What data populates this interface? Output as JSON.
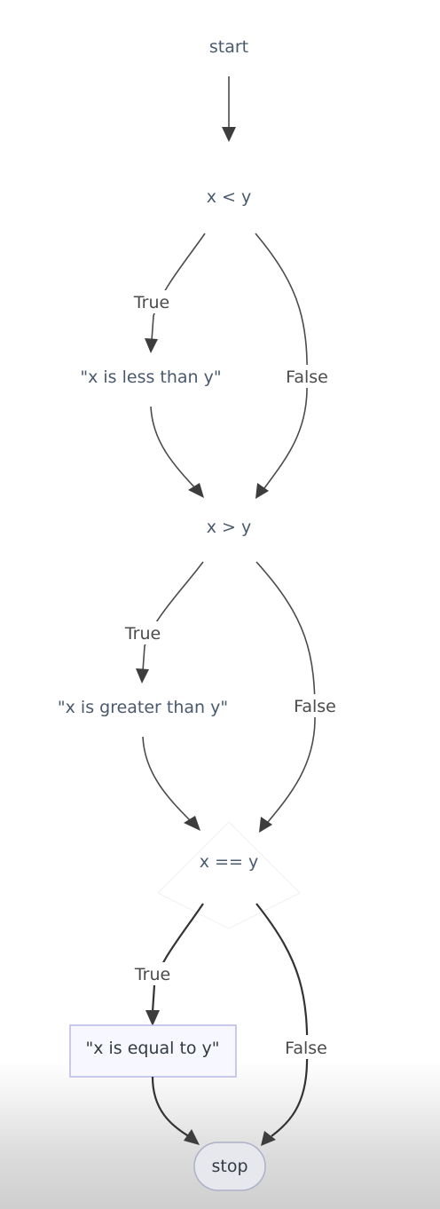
{
  "diagram": {
    "nodes": {
      "start": "start",
      "cond1": "x < y",
      "out1": "\"x is less than y\"",
      "cond2": "x > y",
      "out2": "\"x is greater than y\"",
      "cond3": "x == y",
      "out3": "\"x is equal to y\"",
      "stop": "stop"
    },
    "edge_labels": {
      "true1": "True",
      "false1": "False",
      "true2": "True",
      "false2": "False",
      "true3": "True",
      "false3": "False"
    }
  }
}
